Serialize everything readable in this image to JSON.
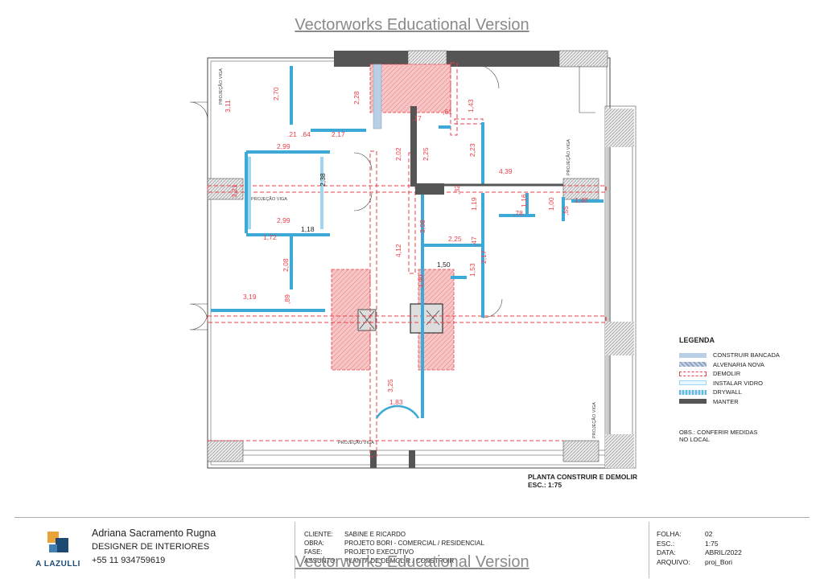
{
  "watermark": "Vectorworks Educational Version",
  "plan": {
    "beam_labels": [
      "PROJEÇÃO VIGA",
      "PROJEÇÃO VIGA",
      "PROJEÇÃO VIGA",
      "PROJEÇÃO VIGA",
      "PROJEÇÃO VIGA"
    ],
    "dims": [
      "3,11",
      "2,70",
      "2,28",
      "1,43",
      ",61",
      ",17",
      ".21",
      ".64",
      "2,17",
      "2,99",
      "2,02",
      "2,25",
      "2,23",
      "4,39",
      "2,38",
      "3,21",
      "1,19",
      ",32",
      "1,16",
      "1,00",
      ",78",
      ",55",
      "1,40",
      "2,99",
      "1,18",
      "1,72",
      "3,08",
      "4,12",
      "2,25",
      ",47",
      "2,08",
      "1,50",
      "1,53",
      "2,17",
      "1,90",
      "3,19",
      ",89",
      "3,25",
      "1,83"
    ]
  },
  "legend": {
    "title": "LEGENDA",
    "items": [
      {
        "label": "CONSTRUIR BANCADA",
        "color": "#b9cfe6"
      },
      {
        "label": "ALVENARIA NOVA",
        "color": "#8fa3c0"
      },
      {
        "label": "DEMOLIR",
        "color": "#e8414b"
      },
      {
        "label": "INSTALAR VIDRO",
        "color": "#9fd8ee"
      },
      {
        "label": "DRYWALL",
        "color": "#63b8dd"
      },
      {
        "label": "MANTER",
        "color": "#555555"
      }
    ],
    "obs": "OBS.: CONFERIR MEDIDAS NO LOCAL"
  },
  "sheet_title": {
    "line1": "PLANTA CONSTRUIR E DEMOLIR",
    "line2": "ESC.: 1:75"
  },
  "title_block": {
    "logo_name": "A LAZULLI",
    "designer_name": "Adriana Sacramento Rugna",
    "designer_role": "DESIGNER DE INTERIORES",
    "phone": "+55 11 934759619",
    "cliente_k": "CLIENTE:",
    "cliente_v": "SABINE E RICARDO",
    "obra_k": "OBRA:",
    "obra_v": "PROJETO BORI - COMERCIAL / RESIDENCIAL",
    "fase_k": "FASE:",
    "fase_v": "PROJETO EXECUTIVO",
    "assunto_k": "ASSUNTO:",
    "assunto_v": "PLANTA DE DEMOLIR / CONSTRUIR",
    "folha_k": "FOLHA:",
    "folha_v": "02",
    "esc_k": "ESC.:",
    "esc_v": "1:75",
    "data_k": "DATA:",
    "data_v": "ABRIL/2022",
    "arquivo_k": "ARQUIVO:",
    "arquivo_v": "proj_Bori"
  }
}
